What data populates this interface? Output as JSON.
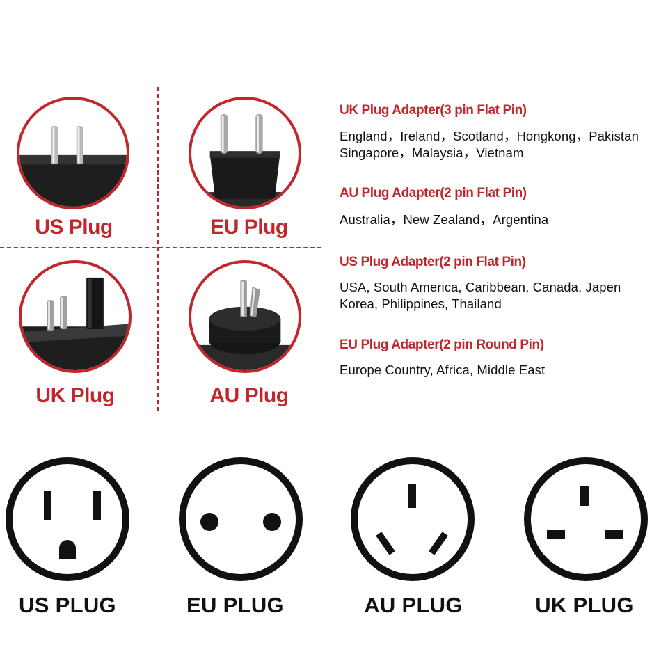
{
  "plug_photos": {
    "us": {
      "label": "US Plug"
    },
    "eu": {
      "label": "EU Plug"
    },
    "uk": {
      "label": "UK Plug"
    },
    "au": {
      "label": "AU Plug"
    }
  },
  "adapters": [
    {
      "title": "UK Plug Adapter(3 pin Flat Pin)",
      "lines": [
        "England，Ireland，Scotland，Hongkong，Pakistan",
        "Singapore，Malaysia，Vietnam"
      ]
    },
    {
      "title": "AU Plug Adapter(2 pin Flat Pin)",
      "lines": [
        "Australia，New Zealand，Argentina"
      ]
    },
    {
      "title": "US Plug Adapter(2 pin Flat Pin)",
      "lines": [
        "USA, South America, Caribbean, Canada, Japen",
        "Korea, Philippines, Thailand"
      ]
    },
    {
      "title": "EU Plug Adapter(2 pin Round Pin)",
      "lines": [
        "Europe Country, Africa, Middle East"
      ]
    }
  ],
  "sockets": [
    {
      "label": "US PLUG",
      "icon": "us-socket-icon"
    },
    {
      "label": "EU PLUG",
      "icon": "eu-socket-icon"
    },
    {
      "label": "AU PLUG",
      "icon": "au-socket-icon"
    },
    {
      "label": "UK PLUG",
      "icon": "uk-socket-icon"
    }
  ],
  "colors": {
    "accent": "#c0262c",
    "text": "#111111",
    "plug_body": "#1a1a1a"
  }
}
